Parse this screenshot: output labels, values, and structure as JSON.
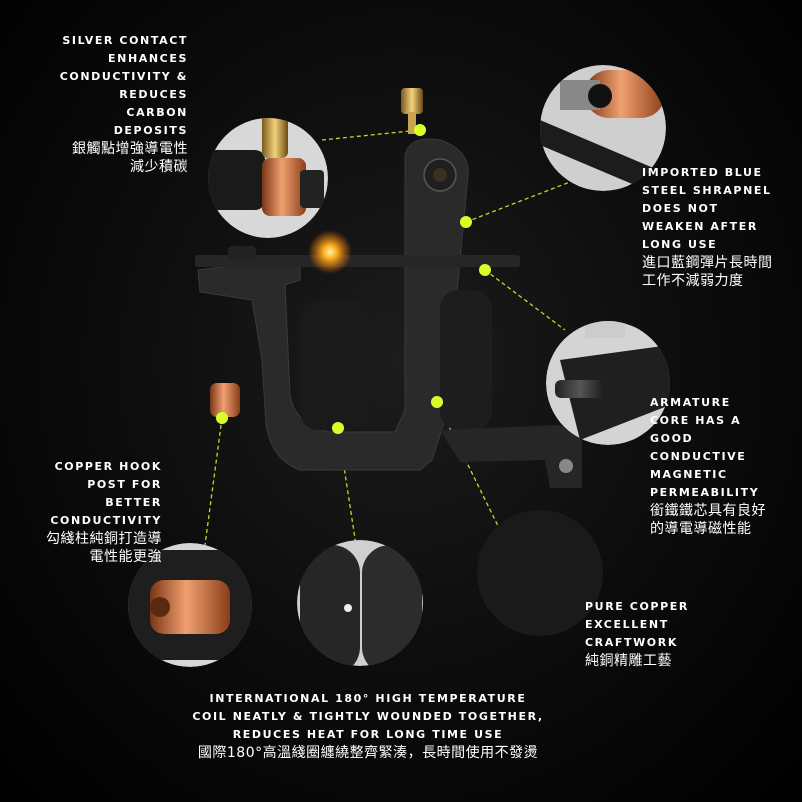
{
  "callouts": {
    "silver_contact": {
      "lines": [
        "SILVER CONTACT",
        "ENHANCES",
        "CONDUCTIVITY &",
        "REDUCES",
        "CARBON",
        "DEPOSITS"
      ],
      "zh": [
        "銀觸點增強導電性",
        "減少積碳"
      ]
    },
    "blue_steel": {
      "lines": [
        "IMPORTED BLUE",
        "STEEL SHRAPNEL",
        "DOES NOT",
        "WEAKEN AFTER",
        "LONG USE"
      ],
      "zh": [
        "進口藍鋼彈片長時間",
        "工作不減弱力度"
      ]
    },
    "armature": {
      "lines": [
        "ARMATURE",
        "CORE HAS A",
        "GOOD",
        "CONDUCTIVE",
        "MAGNETIC",
        "PERMEABILITY"
      ],
      "zh": [
        "銜鐵鐵芯具有良好",
        "的導電導磁性能"
      ]
    },
    "copper_hook": {
      "lines": [
        "COPPER HOOK",
        "POST FOR",
        "BETTER",
        "CONDUCTIVITY"
      ],
      "zh": [
        "勾綫柱純銅打造導",
        "電性能更強"
      ]
    },
    "pure_copper": {
      "lines": [
        "PURE COPPER",
        "EXCELLENT",
        "CRAFTWORK"
      ],
      "zh": [
        "純銅精雕工藝"
      ]
    },
    "coil": {
      "lines": [
        "INTERNATIONAL 180° HIGH TEMPERATURE",
        "COIL NEATLY & TIGHTLY WOUNDED TOGETHER,",
        "REDUCES HEAT FOR LONG TIME USE"
      ],
      "zh": [
        "國際180°高溫綫圈纏繞整齊緊湊，長時間使用不發燙"
      ]
    }
  },
  "colors": {
    "background": "#000000",
    "pointer": "#d6ff2a",
    "machine": "#2b2b2b",
    "copper": "#c8683a",
    "text": "#ffffff"
  }
}
